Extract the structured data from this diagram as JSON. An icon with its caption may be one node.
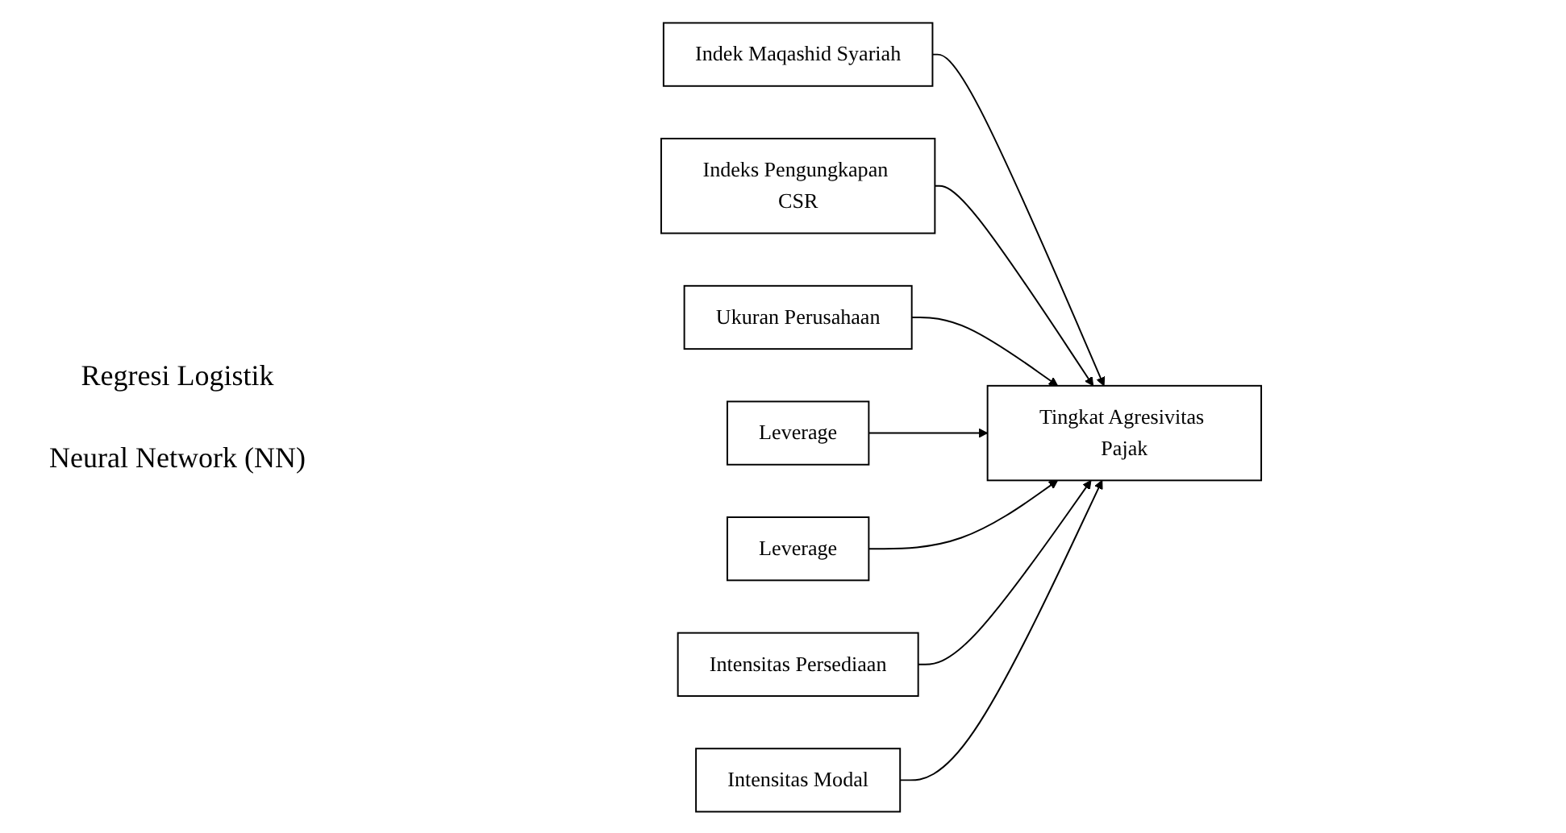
{
  "diagram": {
    "nodes": [
      {
        "text": [
          "Indek Maqashid Syariah"
        ]
      },
      {
        "text": [
          "Indeks Pengungkapan CSR"
        ]
      },
      {
        "text": [
          "Ukuran Perusahaan"
        ]
      },
      {
        "text": [
          "Tingkat Agresivitas Pajak"
        ]
      },
      {
        "text": [
          "Leverage"
        ]
      },
      {
        "text": [
          "Leverage"
        ]
      },
      {
        "text": [
          "Intensitas Persediaan"
        ]
      },
      {
        "text": [
          "Intensitas Modal"
        ]
      }
    ],
    "edges": [
      {
        "from": 0,
        "to": 3,
        "arrow": "to"
      },
      {
        "from": 1,
        "to": 3,
        "arrow": "to"
      },
      {
        "from": 2,
        "to": 3,
        "arrow": "to"
      },
      {
        "from": 4,
        "to": 3,
        "arrow": "to"
      },
      {
        "from": 5,
        "to": 3,
        "arrow": "to"
      },
      {
        "from": 6,
        "to": 3,
        "arrow": "to"
      },
      {
        "from": 7,
        "to": 3,
        "arrow": "to"
      }
    ],
    "labels": [
      "Regresi Logistik",
      "Neural Network (NN)"
    ]
  }
}
